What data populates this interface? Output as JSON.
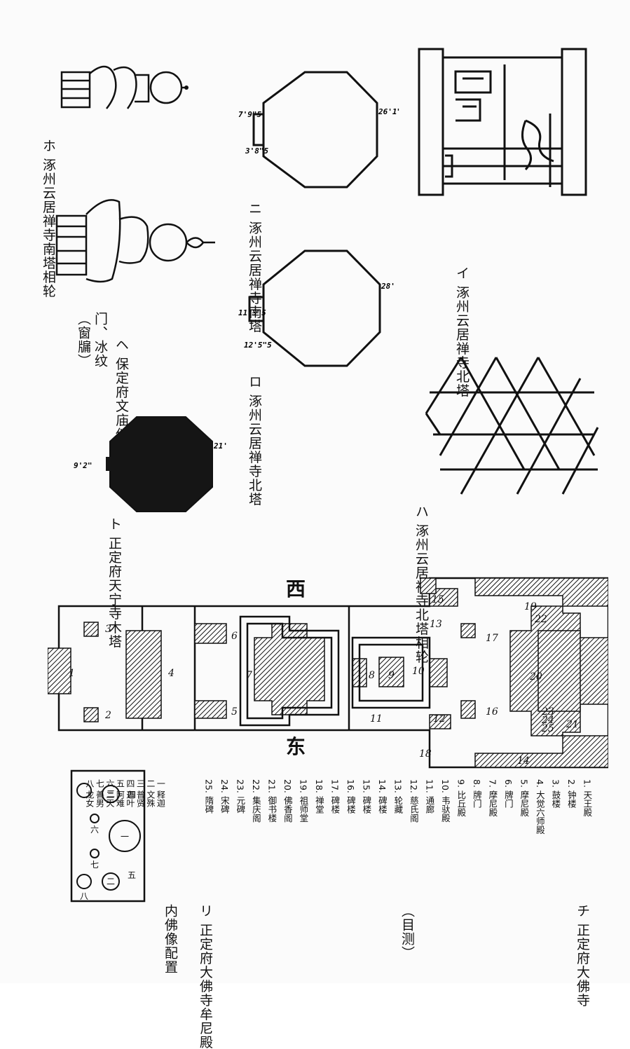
{
  "labels": {
    "i": "イ 涿州云居禅寺北塔",
    "ro": "ロ 涿州云居禅寺北塔",
    "ha": "ハ 涿州云居禅寺北塔相轮",
    "ni": "ニ 涿州云居禅寺南塔",
    "ho": "ホ 涿州云居禅寺南塔相轮",
    "he_main": "ヘ 保定府文庙仪",
    "he_sub1": "门、冰纹",
    "he_sub2": "（窗牖）",
    "to": "ト 正定府天宁寺木塔",
    "chi_main": "チ 正定府大佛寺",
    "chi_sub": "（目测）",
    "ri_main": "リ 正定府大佛寺牟尼殿",
    "ri_sub": "内佛像配置"
  },
  "measurements": {
    "ni_side": "26'1\"",
    "ni_left_top": "7'9\"5",
    "ni_left_bottom": "3'8\"5",
    "ro_side": "28'",
    "ro_left_top": "11'3\"5",
    "ro_left_bottom": "12'5\"5",
    "to_side": "21'",
    "to_left": "9'2\""
  },
  "plan": {
    "west": "西",
    "east": "东",
    "numbers": [
      "1",
      "2",
      "3",
      "4",
      "5",
      "6",
      "7",
      "8",
      "9",
      "10",
      "11",
      "12",
      "13",
      "14",
      "15",
      "16",
      "17",
      "18",
      "19",
      "20",
      "21",
      "22",
      "23",
      "24",
      "25"
    ]
  },
  "legend_plan": [
    "1. 天王殿",
    "2. 钟楼",
    "3. 鼓楼",
    "4. 大觉六师殿",
    "5. 摩尼殿",
    "6. 牌门",
    "7. 摩尼殿",
    "8. 牌门",
    "9. 比丘殿",
    "10. 韦驮殿",
    "11. 通廊",
    "12. 慈氏阁",
    "13. 轮藏",
    "14. 碑楼",
    "15. 碑楼",
    "16. 碑楼",
    "17. 碑楼",
    "18. 禅堂",
    "19. 祖师堂",
    "20. 佛香阁",
    "21. 御书楼",
    "22. 集庆阁",
    "23. 元碑",
    "24. 宋碑",
    "25. 隋碑"
  ],
  "legend_buddha": [
    "一 释迦",
    "二 文殊",
    "三 普贤",
    "四 迦叶",
    "五 阿难",
    "六 二天",
    "七 善男",
    "八 龙女"
  ],
  "buddha_marks": [
    "一",
    "二",
    "三",
    "四",
    "五",
    "六",
    "七",
    "八"
  ]
}
